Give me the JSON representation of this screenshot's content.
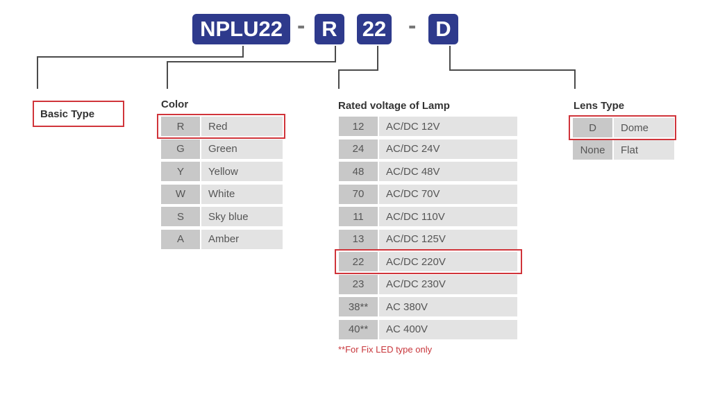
{
  "model": {
    "prefix": "NPLU22",
    "color_code": "R",
    "voltage_code": "22",
    "lens_code": "D",
    "separator": "-"
  },
  "basic_type": {
    "label": "Basic Type"
  },
  "color": {
    "heading": "Color",
    "selected_index": 0,
    "options": [
      {
        "code": "R",
        "label": "Red"
      },
      {
        "code": "G",
        "label": "Green"
      },
      {
        "code": "Y",
        "label": "Yellow"
      },
      {
        "code": "W",
        "label": "White"
      },
      {
        "code": "S",
        "label": "Sky blue"
      },
      {
        "code": "A",
        "label": "Amber"
      }
    ]
  },
  "voltage": {
    "heading": "Rated voltage of Lamp",
    "selected_index": 6,
    "options": [
      {
        "code": "12",
        "label": "AC/DC 12V"
      },
      {
        "code": "24",
        "label": "AC/DC 24V"
      },
      {
        "code": "48",
        "label": "AC/DC 48V"
      },
      {
        "code": "70",
        "label": "AC/DC 70V"
      },
      {
        "code": "11",
        "label": "AC/DC 110V"
      },
      {
        "code": "13",
        "label": "AC/DC 125V"
      },
      {
        "code": "22",
        "label": "AC/DC 220V"
      },
      {
        "code": "23",
        "label": "AC/DC 230V"
      },
      {
        "code": "38**",
        "label": "AC 380V"
      },
      {
        "code": "40**",
        "label": "AC 400V"
      }
    ],
    "note": "**For Fix LED type only"
  },
  "lens": {
    "heading": "Lens Type",
    "selected_index": 0,
    "options": [
      {
        "code": "D",
        "label": "Dome"
      },
      {
        "code": "None",
        "label": "Flat"
      }
    ]
  },
  "colors": {
    "code_box": "#2e3a8c",
    "highlight": "#d0343a",
    "code_cell": "#c8c8c8",
    "value_cell": "#e3e3e3",
    "note_text": "#c8363b"
  }
}
